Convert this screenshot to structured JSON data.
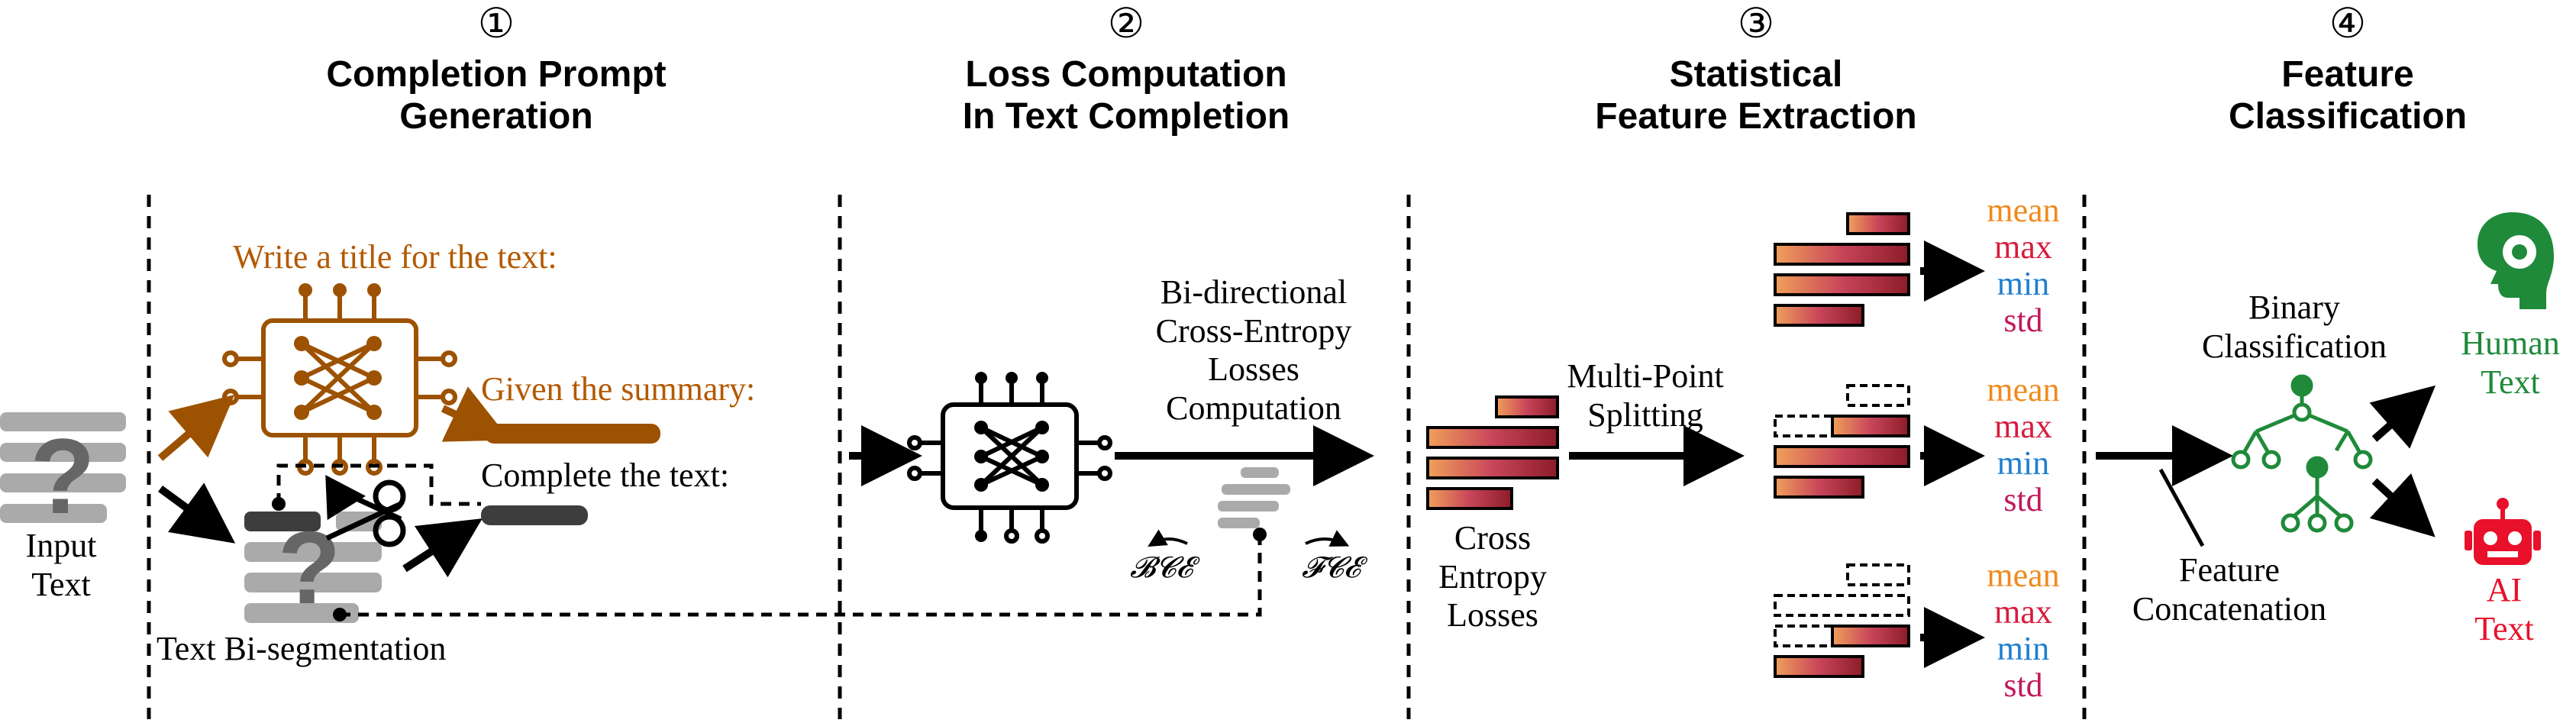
{
  "steps": [
    {
      "number": "①",
      "title": [
        "Completion Prompt",
        "Generation"
      ]
    },
    {
      "number": "②",
      "title": [
        "Loss Computation",
        "In Text Completion"
      ]
    },
    {
      "number": "③",
      "title": [
        "Statistical",
        "Feature Extraction"
      ]
    },
    {
      "number": "④",
      "title": [
        "Feature",
        "Classification"
      ]
    }
  ],
  "stage1": {
    "input_text": [
      "Input",
      "Text"
    ],
    "title_prompt": "Write a title for the text:",
    "summary_prompt": "Given the summary:",
    "complete_prompt": "Complete the text:",
    "segmentation": "Text Bi-segmentation"
  },
  "stage2": {
    "loss_label": [
      "Bi-directional",
      "Cross-Entropy",
      "Losses",
      "Computation"
    ],
    "bce": "𝓑𝓒𝓔",
    "fce": "𝓕𝓒𝓔"
  },
  "stage3": {
    "cross_entropy": [
      "Cross",
      "Entropy",
      "Losses"
    ],
    "splitting": [
      "Multi-Point",
      "Splitting"
    ],
    "stats": [
      "mean",
      "max",
      "min",
      "std"
    ]
  },
  "stage4": {
    "binary": [
      "Binary",
      "Classification"
    ],
    "concat": [
      "Feature",
      "Concatenation"
    ],
    "human": [
      "Human",
      "Text"
    ],
    "ai": [
      "AI",
      "Text"
    ]
  },
  "colors": {
    "orange": "#b35900",
    "stat_mean": "#f08a1c",
    "stat_max": "#d81b3c",
    "stat_min": "#1e7fd0",
    "stat_std": "#c2185b",
    "human": "#1f8a3a",
    "ai": "#e8102a"
  }
}
